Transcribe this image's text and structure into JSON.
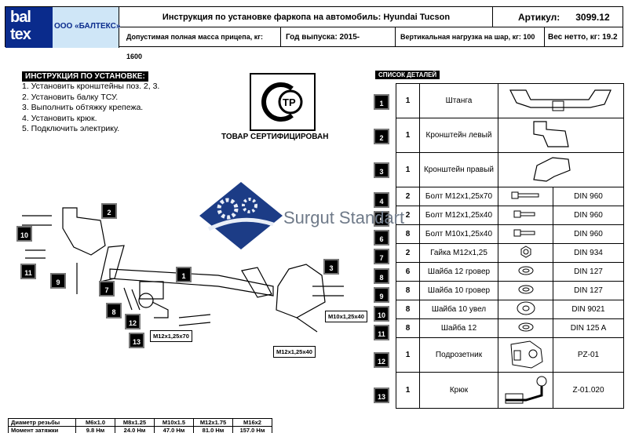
{
  "header": {
    "logo_line1": "bal",
    "logo_line2": "tex",
    "company": "ООО «БАЛТЕКС»",
    "title": "Инструкция по установке фаркопа на автомобиль: Hyundai Tucson",
    "article_label": "Артикул:",
    "article_value": "3099.12",
    "max_trailer_mass": "Допустимая полная масса прицепа, кг: 1600",
    "year": "Год выпуска: 2015-",
    "vertical_load": "Вертикальная нагрузка на шар, кг: 100",
    "net_weight": "Вес нетто, кг: 19.2"
  },
  "instructions": {
    "heading": "ИНСТРУКЦИЯ ПО УСТАНОВКЕ:",
    "steps": [
      "1. Установить кронштейны  поз. 2, 3.",
      "2. Установить балку ТСУ.",
      "3. Выполнить обтяжку крепежа.",
      "4. Установить крюк.",
      "5. Подключить электрику."
    ]
  },
  "certificate": {
    "text": "ТОВАР СЕРТИФИЦИРОВАН",
    "mark_letters": "С ТР"
  },
  "watermark": {
    "text": "Surgut Standart"
  },
  "diagram": {
    "callouts": [
      "1",
      "2",
      "3",
      "7",
      "8",
      "9",
      "10",
      "11",
      "12",
      "13"
    ],
    "dims": [
      "M12x1,25x70",
      "M10x1,25x40",
      "M12x1,25x40"
    ]
  },
  "parts": {
    "heading": "СПИСОК ДЕТАЛЕЙ",
    "rows": [
      {
        "num": "1",
        "qty": "1",
        "name": "Штанга",
        "std": ""
      },
      {
        "num": "2",
        "qty": "1",
        "name": "Кронштейн левый",
        "std": ""
      },
      {
        "num": "3",
        "qty": "1",
        "name": "Кронштейн правый",
        "std": ""
      },
      {
        "num": "4",
        "qty": "2",
        "name": "Болт М12х1,25х70",
        "std": "DIN 960"
      },
      {
        "num": "5",
        "qty": "2",
        "name": "Болт М12х1,25х40",
        "std": "DIN 960"
      },
      {
        "num": "6",
        "qty": "8",
        "name": "Болт М10х1,25х40",
        "std": "DIN 960"
      },
      {
        "num": "7",
        "qty": "2",
        "name": "Гайка М12х1,25",
        "std": "DIN 934"
      },
      {
        "num": "8",
        "qty": "6",
        "name": "Шайба 12 гровер",
        "std": "DIN 127"
      },
      {
        "num": "9",
        "qty": "8",
        "name": "Шайба 10 гровер",
        "std": "DIN 127"
      },
      {
        "num": "10",
        "qty": "8",
        "name": "Шайба 10 увел",
        "std": "DIN 9021"
      },
      {
        "num": "11",
        "qty": "8",
        "name": "Шайба 12",
        "std": "DIN 125 A"
      },
      {
        "num": "12",
        "qty": "1",
        "name": "Подрозетник",
        "std": "PZ-01"
      },
      {
        "num": "13",
        "qty": "1",
        "name": "Крюк",
        "std": "Z-01.020"
      }
    ]
  },
  "torque": {
    "row1_label": "Диаметр резьбы",
    "row1": [
      "M6x1.0",
      "M8x1.25",
      "M10x1.5",
      "M12x1.75",
      "M16x2"
    ],
    "row2_label": "Момент затяжки",
    "row2": [
      "9.8 Нм",
      "24.0 Нм",
      "47.0 Нм",
      "81.0 Нм",
      "157.0 Нм"
    ]
  }
}
